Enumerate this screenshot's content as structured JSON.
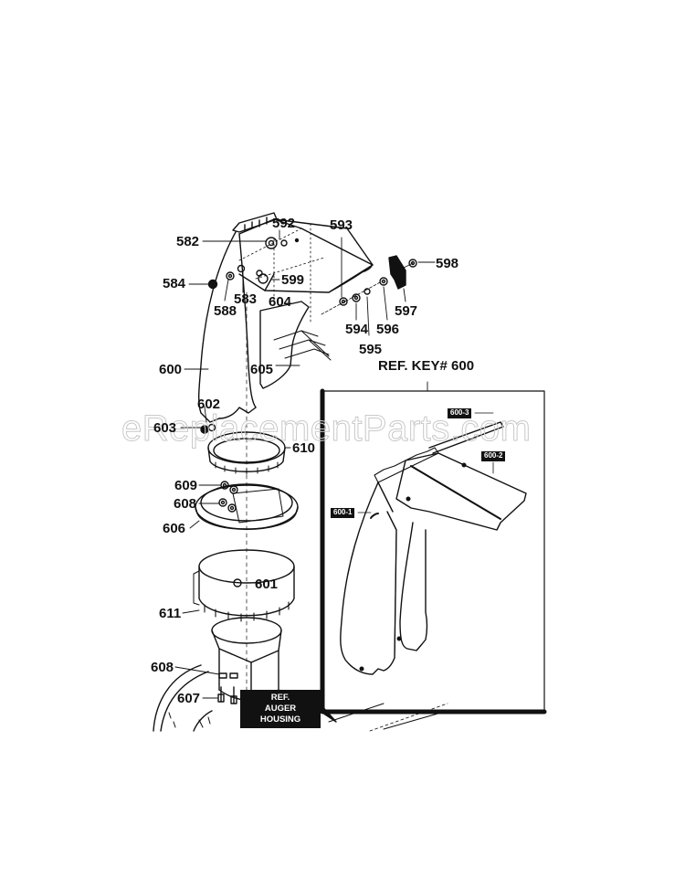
{
  "diagram": {
    "type": "exploded-parts-diagram",
    "subject": "Discharge chute assembly",
    "watermark": "eReplacementParts.com",
    "callouts": [
      {
        "id": "582",
        "label": "582"
      },
      {
        "id": "584",
        "label": "584"
      },
      {
        "id": "588",
        "label": "588"
      },
      {
        "id": "583",
        "label": "583"
      },
      {
        "id": "592",
        "label": "592"
      },
      {
        "id": "593",
        "label": "593"
      },
      {
        "id": "594",
        "label": "594"
      },
      {
        "id": "595",
        "label": "595"
      },
      {
        "id": "596",
        "label": "596"
      },
      {
        "id": "597",
        "label": "597"
      },
      {
        "id": "598",
        "label": "598"
      },
      {
        "id": "599",
        "label": "599"
      },
      {
        "id": "600",
        "label": "600"
      },
      {
        "id": "601",
        "label": "601"
      },
      {
        "id": "602",
        "label": "602"
      },
      {
        "id": "603",
        "label": "603"
      },
      {
        "id": "604",
        "label": "604"
      },
      {
        "id": "605",
        "label": "605"
      },
      {
        "id": "606",
        "label": "606"
      },
      {
        "id": "607",
        "label": "607"
      },
      {
        "id": "608a",
        "label": "608"
      },
      {
        "id": "608b",
        "label": "608"
      },
      {
        "id": "609",
        "label": "609"
      },
      {
        "id": "610",
        "label": "610"
      },
      {
        "id": "611",
        "label": "611"
      }
    ],
    "inset": {
      "title": "REF. KEY# 600",
      "tags": [
        {
          "id": "600-1",
          "label": "600-1"
        },
        {
          "id": "600-2",
          "label": "600-2"
        },
        {
          "id": "600-3",
          "label": "600-3"
        }
      ]
    },
    "reference_box": {
      "line1": "REF.",
      "line2": "AUGER HOUSING"
    }
  }
}
